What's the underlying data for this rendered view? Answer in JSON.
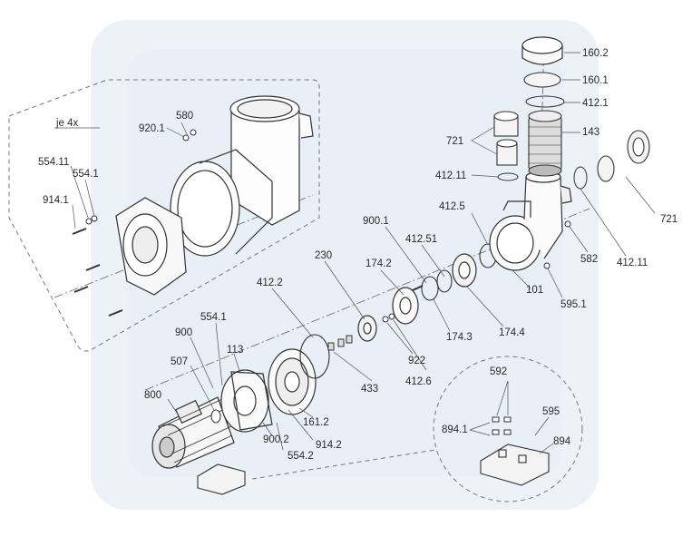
{
  "annotation_note": "je 4x",
  "labels": {
    "p160_2": "160.2",
    "p160_1": "160.1",
    "p412_1": "412.1",
    "p143": "143",
    "p721_a": "721",
    "p721_b": "721",
    "p412_11_a": "412.11",
    "p412_11_b": "412.11",
    "p582": "582",
    "p595_1": "595.1",
    "p101": "101",
    "p412_5": "412.5",
    "p412_51": "412.51",
    "p900_1": "900.1",
    "p174_2": "174.2",
    "p174_3": "174.3",
    "p174_4": "174.4",
    "p230": "230",
    "p412_2": "412.2",
    "p922": "922",
    "p412_6": "412.6",
    "p433": "433",
    "p161_2": "161.2",
    "p914_2": "914.2",
    "p554_2": "554.2",
    "p900_2": "900.2",
    "p113": "113",
    "p554_1_b": "554.1",
    "p900": "900",
    "p507": "507",
    "p800": "800",
    "p580": "580",
    "p920_1": "920.1",
    "p554_11": "554.11",
    "p554_1_a": "554.1",
    "p914_1": "914.1",
    "p592": "592",
    "p595": "595",
    "p894_1": "894.1",
    "p894": "894"
  }
}
